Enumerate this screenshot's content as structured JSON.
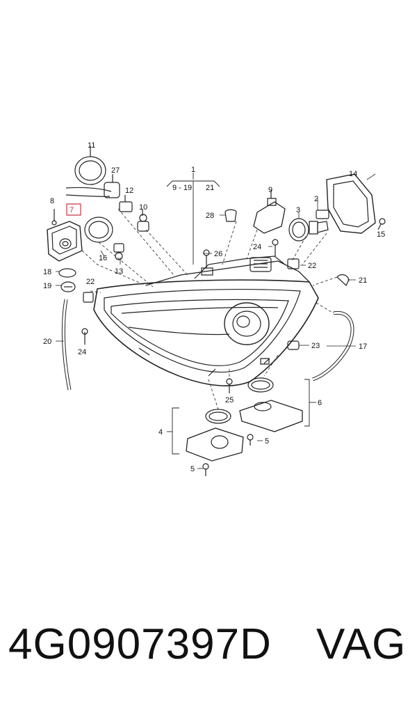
{
  "callouts": {
    "c1": "1",
    "c2": "2",
    "c3": "3",
    "c4": "4",
    "c5a": "5",
    "c5b": "5",
    "c6": "6",
    "c7": "7",
    "c8": "8",
    "c9": "9",
    "c10": "10",
    "c11": "11",
    "c12": "12",
    "c13": "13",
    "c14": "14",
    "c15": "15",
    "c16": "16",
    "c17": "17",
    "c18": "18",
    "c19": "19",
    "c20": "20",
    "c21a": "21",
    "c21b": "21",
    "c22a": "22",
    "c22b": "22",
    "c23": "23",
    "c24a": "24",
    "c24b": "24",
    "c25": "25",
    "c26": "26",
    "c27": "27",
    "c28": "28",
    "range_9_19": "9 - 19"
  },
  "highlight_color": "#cc3344",
  "footer": {
    "part_number": "4G0907397D",
    "brand": "VAG"
  }
}
